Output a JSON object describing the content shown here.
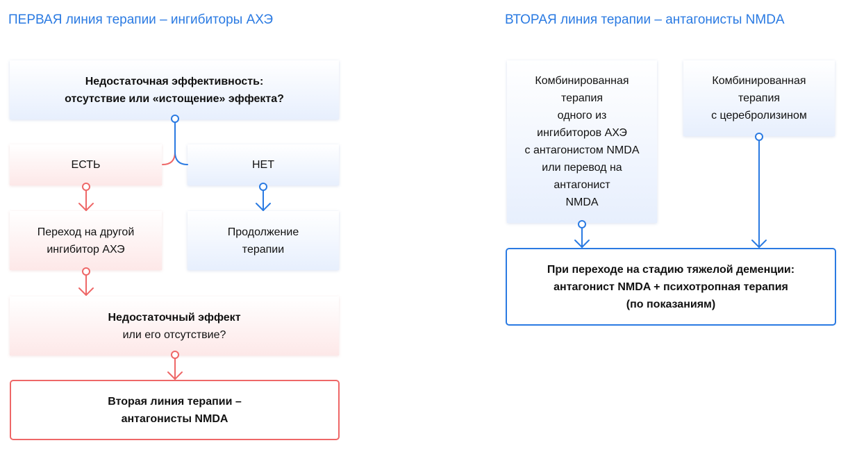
{
  "headings": {
    "first_line": "ПЕРВАЯ линия терапии – ингибиторы АХЭ",
    "second_line": "ВТОРАЯ линия терапии – антагонисты NMDA"
  },
  "left": {
    "question": [
      "Недостаточная эффективность:",
      "отсутствие или «истощение» эффекта?"
    ],
    "yes": "ЕСТЬ",
    "no": "НЕТ",
    "switch": [
      "Переход на другой",
      "ингибитор АХЭ"
    ],
    "continue": [
      "Продолжение",
      "терапии"
    ],
    "insufficient": [
      "Недостаточный эффект",
      "или его отсутствие?"
    ],
    "second_line": [
      "Вторая линия терапии –",
      "антагонисты NMDA"
    ]
  },
  "right": {
    "combo_nmda": [
      "Комбинированная",
      "терапия",
      "одного из",
      "ингибиторов АХЭ",
      "с антагонистом NMDA",
      "или перевод на",
      "антагонист",
      "NMDA"
    ],
    "combo_cerebrolysin": [
      "Комбинированная",
      "терапия",
      "с церебролизином"
    ],
    "severe": [
      "При переходе на стадию тяжелой деменции:",
      "антагонист NMDA + психотропная терапия",
      "(по показаниям)"
    ]
  },
  "colors": {
    "blue": "#2a7ae2",
    "red": "#ee6767"
  }
}
